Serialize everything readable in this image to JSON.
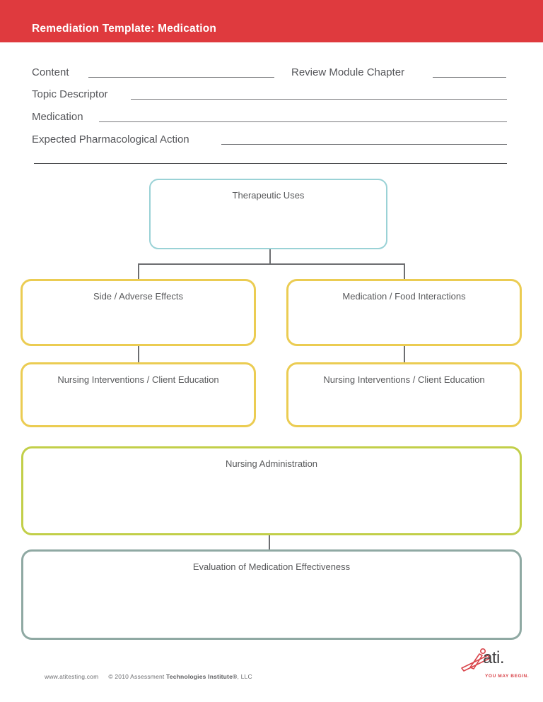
{
  "header": {
    "title": "Remediation Template: Medication"
  },
  "colors": {
    "header_red": "#DF3A3E",
    "teal": "#9AD2D6",
    "yellow": "#EBCC52",
    "chartreuse": "#C2CF49",
    "sage": "#8FA9A3",
    "connector_gray": "#6D6E71",
    "label_gray": "#58595B",
    "logo_red": "#D9444A"
  },
  "form": {
    "content_label": "Content",
    "review_module_chapter_label": "Review Module Chapter",
    "topic_descriptor_label": "Topic Descriptor",
    "medication_label": "Medication",
    "expected_pharmacological_action_label": "Expected Pharmacological Action"
  },
  "diagram": {
    "boxes": [
      {
        "id": "therapeutic-uses",
        "label": "Therapeutic Uses",
        "border_color": "#9AD2D6"
      },
      {
        "id": "side-adverse-effects",
        "label": "Side / Adverse Effects",
        "border_color": "#EBCC52"
      },
      {
        "id": "medication-food-interactions",
        "label": "Medication / Food Interactions",
        "border_color": "#EBCC52"
      },
      {
        "id": "nursing-interventions-client-education-left",
        "label": "Nursing Interventions / Client Education",
        "border_color": "#EBCC52"
      },
      {
        "id": "nursing-interventions-client-education-right",
        "label": "Nursing Interventions / Client Education",
        "border_color": "#EBCC52"
      },
      {
        "id": "nursing-administration",
        "label": "Nursing Administration",
        "border_color": "#C2CF49"
      },
      {
        "id": "evaluation-of-medication-effectiveness",
        "label": "Evaluation of Medication Effectiveness",
        "border_color": "#8FA9A3"
      }
    ]
  },
  "footer": {
    "website": "www.atitesting.com",
    "copyright_prefix": "© 2010 Assessment ",
    "copyright_org": "Technologies Institute®",
    "copyright_suffix": ", LLC",
    "logo_text": "ati.",
    "logo_tagline": "YOU MAY BEGIN."
  }
}
